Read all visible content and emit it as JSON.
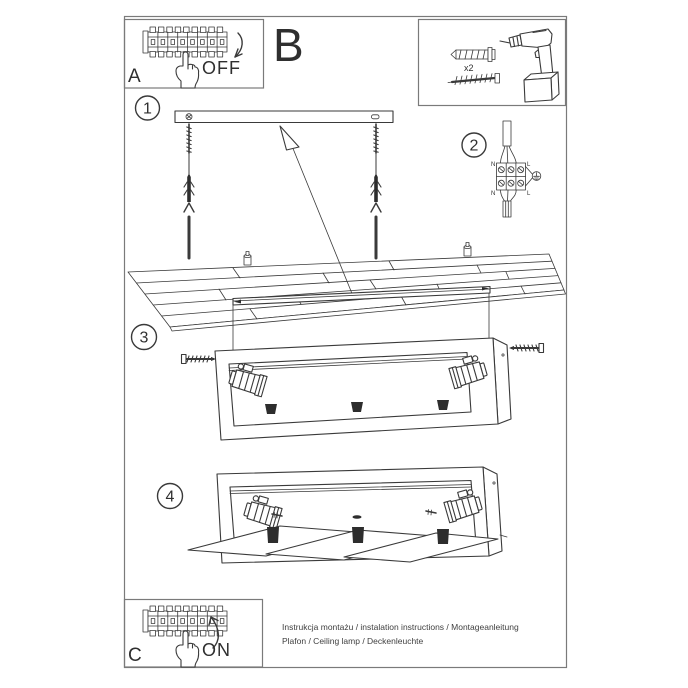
{
  "colors": {
    "line": "#3a3a3a",
    "border": "#7a7a7a",
    "background": "#ffffff",
    "dark_fill": "#2d2d2d"
  },
  "breaker_off": {
    "label": "A",
    "state": "OFF"
  },
  "section_label": "B",
  "tools": {
    "anchors_qty": "x2"
  },
  "step1": {
    "number": "1"
  },
  "step2": {
    "number": "2",
    "terminal": {
      "tl": "N",
      "tr": "L",
      "bl": "N",
      "br": "L"
    }
  },
  "step3": {
    "number": "3"
  },
  "step4": {
    "number": "4"
  },
  "breaker_on": {
    "label": "C",
    "state": "ON"
  },
  "footer": {
    "line1": "Instrukcja montażu / instalation instructions / Montageanleitung",
    "line2": "Plafon / Ceiling lamp / Deckenleuchte"
  },
  "icons": {
    "ground": "earth-ground-icon",
    "breaker_panel": "circuit-breaker-panel-icon",
    "hand": "pointing-hand-icon",
    "drill": "drill-icon",
    "wall_plug": "wall-plug-icon",
    "screw": "screw-icon"
  }
}
